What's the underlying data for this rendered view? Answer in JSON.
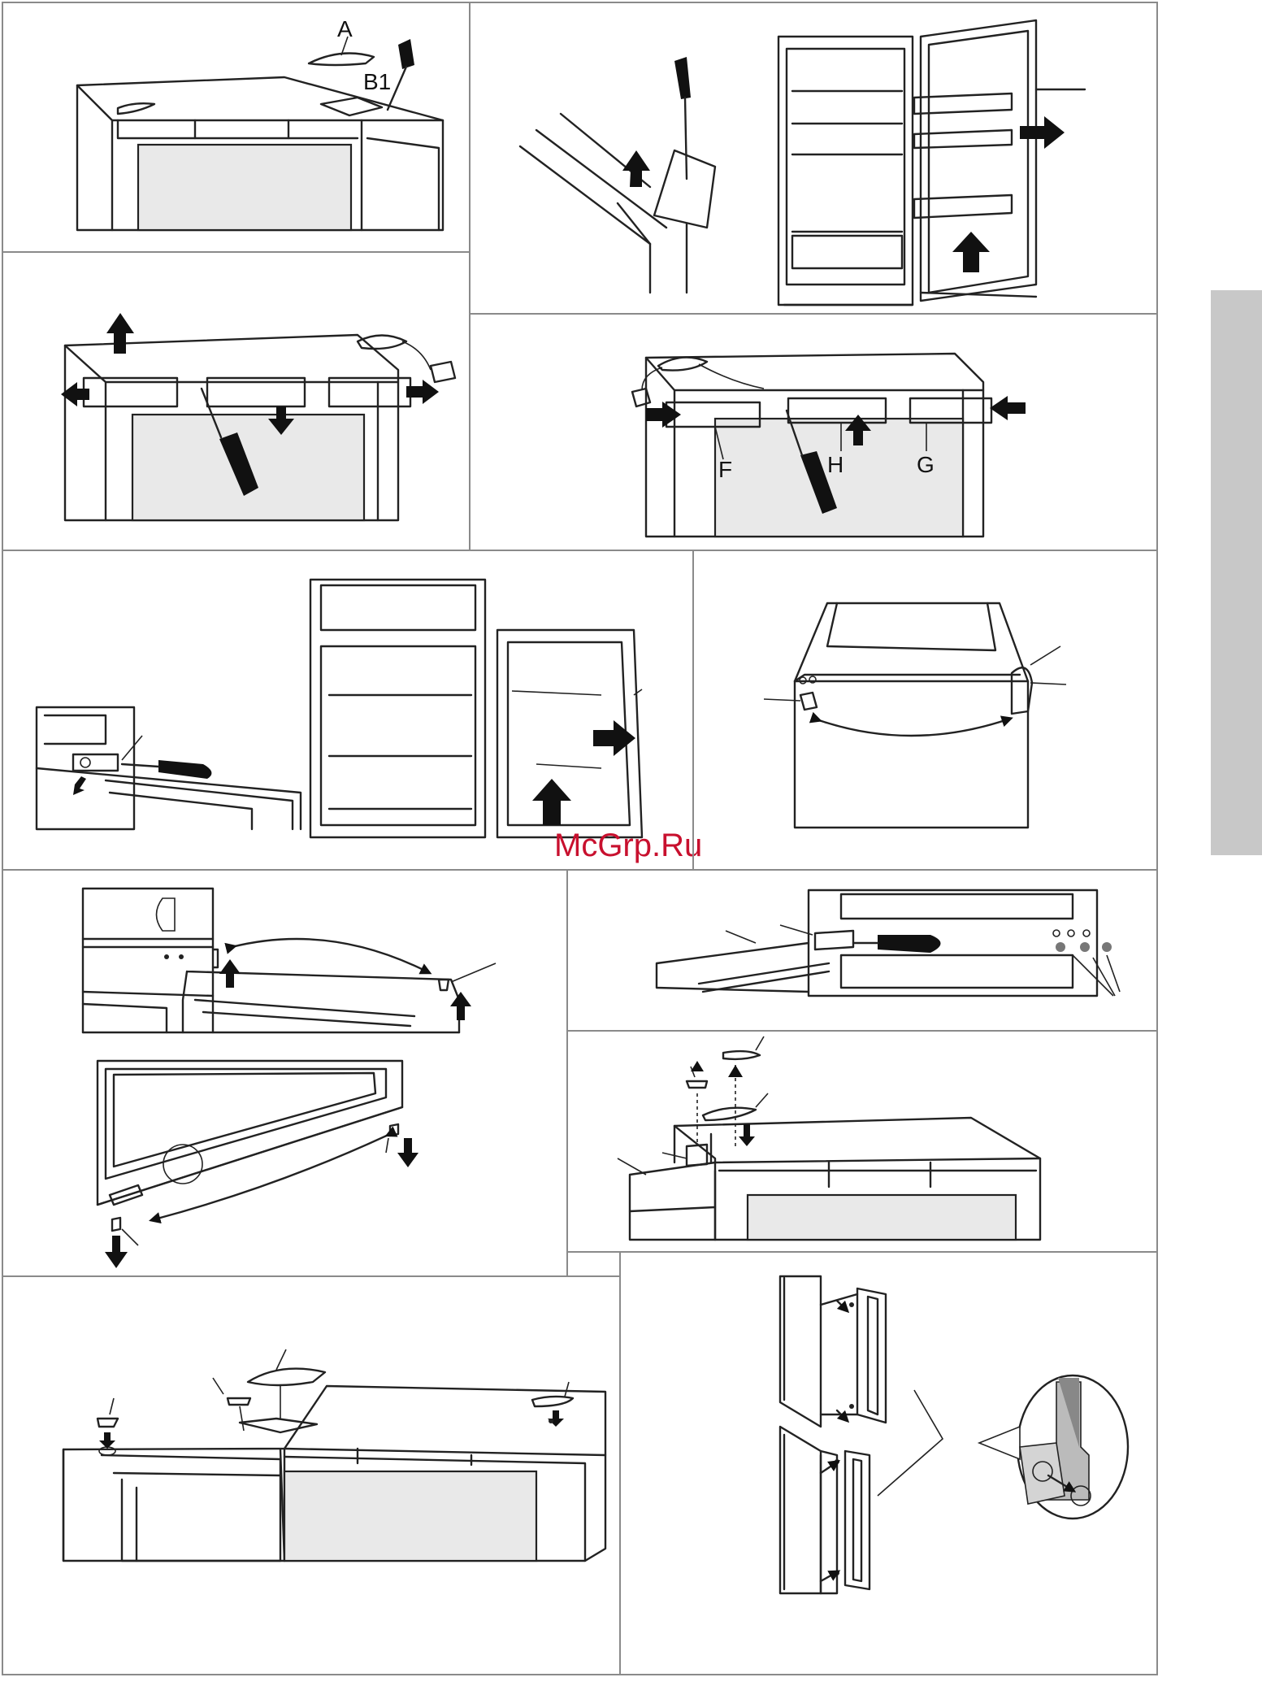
{
  "labels": {
    "a": "A",
    "b1": "B1",
    "f": "F",
    "h": "H",
    "g": "G"
  },
  "watermark": "McGrp.Ru",
  "colors": {
    "line": "#222222",
    "frame": "#8a8a8a",
    "tab": "#c8c8c8",
    "watermark": "#c8102e",
    "fill_light": "#e9e9e9"
  },
  "side_tab": {
    "color": "#c8c8c8"
  }
}
